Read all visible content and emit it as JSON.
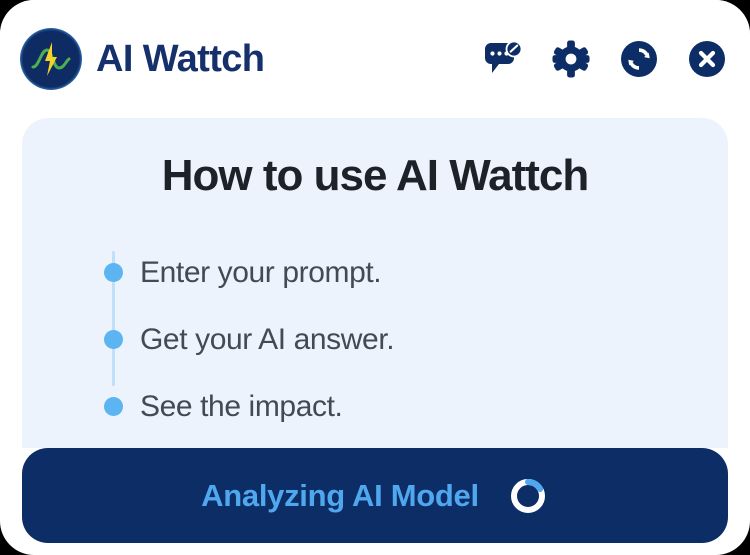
{
  "window": {
    "corner_style": "rounded",
    "background_color": "#ffffff",
    "outside_color": "#000000"
  },
  "header": {
    "brand_name": "AI Wattch",
    "brand_color": "#16306b",
    "logo": {
      "icon": "ai-wattch-logo-icon",
      "circle_color": "#0f2b63",
      "glow_color": "#7fc0ef",
      "wave_color": "#4caf50",
      "bolt_color": "#f5d327"
    },
    "actions": [
      {
        "icon": "chat-edit-icon",
        "label": "Feedback",
        "color": "#0d2d66"
      },
      {
        "icon": "gear-icon",
        "label": "Settings",
        "color": "#0d2d66"
      },
      {
        "icon": "refresh-icon",
        "label": "Refresh",
        "color": "#0d2d66"
      },
      {
        "icon": "close-icon",
        "label": "Close",
        "color": "#0d2d66"
      }
    ]
  },
  "panel": {
    "background_color": "#edf3fc",
    "title": "How to use AI Wattch",
    "title_color": "#1d2128",
    "steps": [
      {
        "label": "Enter your prompt."
      },
      {
        "label": "Get your AI answer."
      },
      {
        "label": "See the impact."
      }
    ],
    "step_dot_color": "#5cb5f0",
    "step_text_color": "#424a53"
  },
  "status_button": {
    "label": "Analyzing AI Model",
    "background_color": "#0d2d66",
    "text_color": "#4fa8ef",
    "spinner": {
      "icon": "loading-spinner-icon",
      "track_color": "#ffffff",
      "arc_color": "#4fa8ef"
    }
  }
}
